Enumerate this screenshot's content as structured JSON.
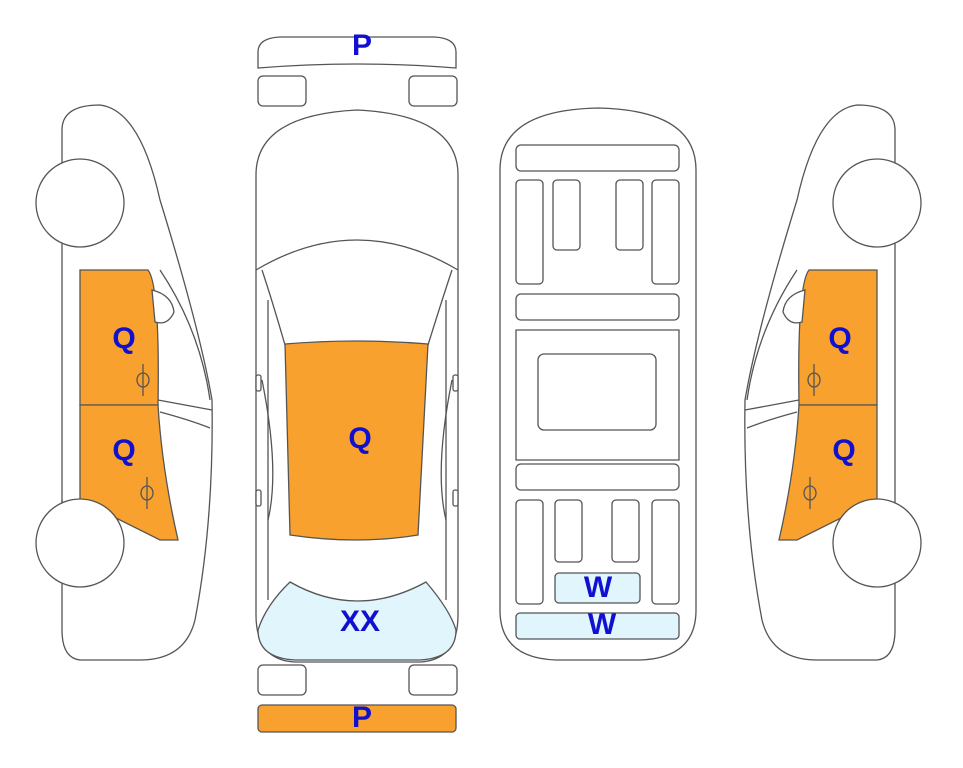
{
  "legend_colors": {
    "panel_damage": "#F9A12E",
    "glass_damage": "#E1F5FC",
    "code_text": "#1010D0",
    "outline": "#555555"
  },
  "regions": {
    "front_bumper": {
      "code": "P",
      "type": "panel"
    },
    "rear_bumper": {
      "code": "P",
      "type": "panel"
    },
    "hood": {
      "code": "Q",
      "type": "panel"
    },
    "windshield": {
      "code": "XX",
      "type": "glass"
    },
    "left_front_door": {
      "code": "Q",
      "type": "panel"
    },
    "left_rear_door": {
      "code": "Q",
      "type": "panel"
    },
    "right_front_door": {
      "code": "Q",
      "type": "panel"
    },
    "right_rear_door": {
      "code": "Q",
      "type": "panel"
    },
    "underbody_rear_small": {
      "code": "W",
      "type": "glass"
    },
    "underbody_rear_wide": {
      "code": "W",
      "type": "glass"
    }
  }
}
